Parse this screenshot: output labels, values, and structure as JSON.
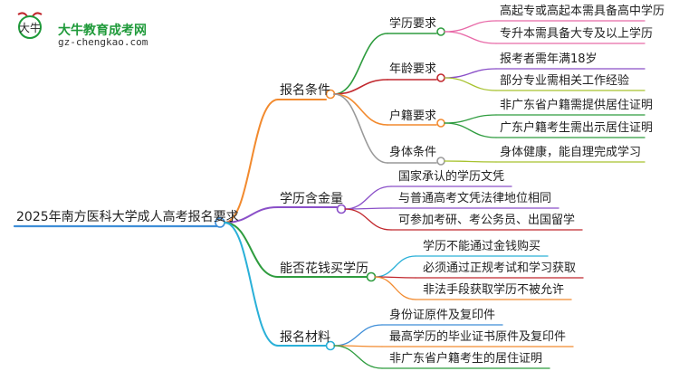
{
  "logo": {
    "name": "大牛教育成考网",
    "url": "gz-chengkao.com",
    "mark_text": "大牛",
    "icon": "bull-logo-icon",
    "color": "#1f9a3a"
  },
  "root": {
    "label": "2025年南方医科大学成人高考报名要求",
    "color": "#3e8ed8"
  },
  "branches": [
    {
      "label": "报名条件",
      "color": "#f28a2e",
      "groups": [
        {
          "label": "学历要求",
          "color": "#2e9c3e",
          "items": [
            {
              "label": "高起专或高起本需具备高中学历",
              "color": "#e86aa8"
            },
            {
              "label": "专升本需具备大专及以上学历",
              "color": "#e86aa8"
            }
          ]
        },
        {
          "label": "年龄要求",
          "color": "#c1272d",
          "items": [
            {
              "label": "报考者需年满18岁",
              "color": "#8a4fc8"
            },
            {
              "label": "部分专业需相关工作经验",
              "color": "#a7c22e"
            }
          ]
        },
        {
          "label": "户籍要求",
          "color": "#f28a2e",
          "items": [
            {
              "label": "非广东省户籍需提供居住证明",
              "color": "#2e9c3e"
            },
            {
              "label": "广东户籍考生需出示居住证明",
              "color": "#2e9c3e"
            }
          ]
        },
        {
          "label": "身体条件",
          "color": "#999999",
          "items": [
            {
              "label": "身体健康，能自理完成学习",
              "color": "#a7c22e"
            }
          ]
        }
      ]
    },
    {
      "label": "学历含金量",
      "color": "#8a4fc8",
      "items": [
        {
          "label": "国家承认的学历文凭",
          "color": "#8a4fc8"
        },
        {
          "label": "与普通高考文凭法律地位相同",
          "color": "#8a4fc8"
        },
        {
          "label": "可参加考研、考公务员、出国留学",
          "color": "#c1272d"
        }
      ]
    },
    {
      "label": "能否花钱买学历",
      "color": "#2e9c3e",
      "items": [
        {
          "label": "学历不能通过金钱购买",
          "color": "#2ab0d8"
        },
        {
          "label": "必须通过正规考试和学习获取",
          "color": "#c1272d"
        },
        {
          "label": "非法手段获取学历不被允许",
          "color": "#f28a2e"
        }
      ]
    },
    {
      "label": "报名材料",
      "color": "#2ab0d8",
      "items": [
        {
          "label": "身份证原件及复印件",
          "color": "#3e8ed8"
        },
        {
          "label": "最高学历的毕业证书原件及复印件",
          "color": "#f28a2e"
        },
        {
          "label": "非广东省户籍考生的居住证明",
          "color": "#2e9c3e"
        }
      ]
    }
  ]
}
